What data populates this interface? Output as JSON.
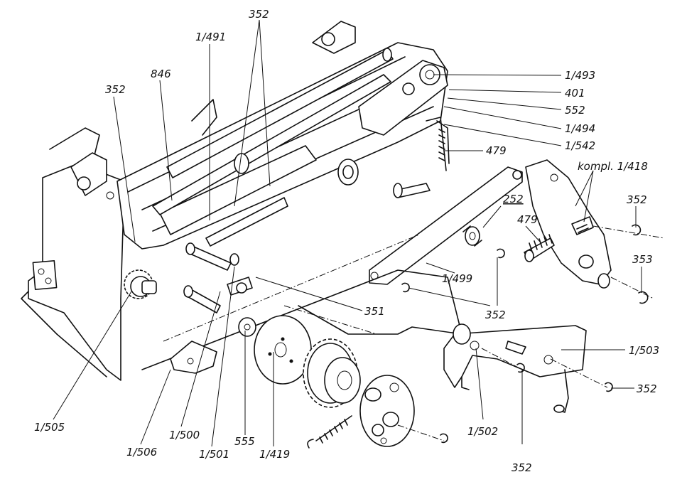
{
  "labels": {
    "p352_top": "352",
    "p1_491": "1/491",
    "p846": "846",
    "p352_left": "352",
    "p1_493": "1/493",
    "p401": "401",
    "p552": "552",
    "p1_494": "1/494",
    "p1_542": "1/542",
    "p479_top": "479",
    "kompl": "kompl. 1/418",
    "p352_right": "352",
    "p353": "353",
    "p252": "252",
    "p479_mid": "479",
    "p1_499": "1/499",
    "p351": "351",
    "p352_mid": "352",
    "p1_503": "1/503",
    "p352_r2": "352",
    "p1_505": "1/505",
    "p1_500": "1/500",
    "p555": "555",
    "p1_506": "1/506",
    "p1_501": "1/501",
    "p1_419": "1/419",
    "p1_502": "1/502",
    "p352_bottom": "352"
  }
}
